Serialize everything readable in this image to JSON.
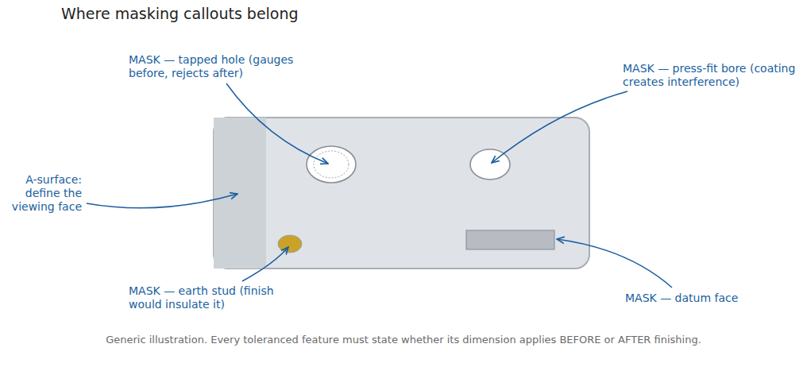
{
  "diagram": {
    "title": "Where masking callouts belong",
    "caption": "Generic illustration. Every toleranced feature must state whether its dimension applies BEFORE or AFTER finishing.",
    "labels": [
      "MASK — tapped hole (gauges before, rejects after)",
      "MASK — press-fit bore (coating creates interference)",
      "A-surface: define the viewing face",
      "MASK — earth stud (finish would insulate it)",
      "MASK — datum face"
    ]
  }
}
